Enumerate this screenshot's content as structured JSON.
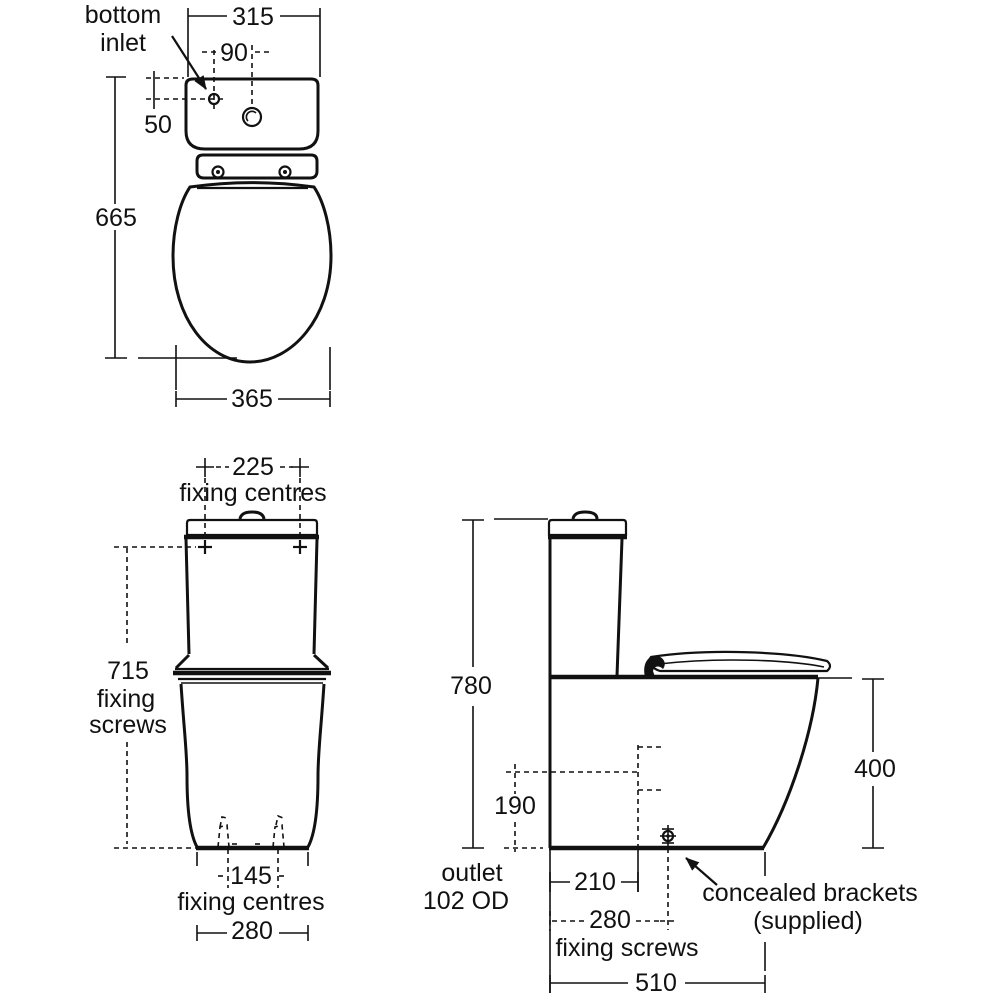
{
  "page": {
    "background": "#ffffff",
    "ink": "#111111"
  },
  "views": {
    "top": {
      "label_bottom_inlet_line1": "bottom",
      "label_bottom_inlet_line2": "inlet",
      "dim_tank_width": "315",
      "dim_inlet_offset": "90",
      "dim_inlet_depth": "50",
      "dim_overall_depth": "665",
      "dim_seat_width": "365"
    },
    "front": {
      "dim_fixing_centres_top": "225",
      "label_fixing_centres_top": "fixing centres",
      "dim_fixing_screws_height": "715",
      "label_fixing_screws_line1": "fixing",
      "label_fixing_screws_line2": "screws",
      "dim_fixing_centres_bottom": "145",
      "label_fixing_centres_bottom": "fixing centres",
      "dim_base_width": "280"
    },
    "side": {
      "dim_overall_height": "780",
      "dim_outlet_height": "190",
      "dim_rim_height": "400",
      "label_outlet_line1": "outlet",
      "label_outlet_line2": "102 OD",
      "dim_outlet_setout": "210",
      "dim_fixing_screws_setout": "280",
      "label_fixing_screws": "fixing screws",
      "dim_overall_depth": "510",
      "label_brackets_line1": "concealed brackets",
      "label_brackets_line2": "(supplied)"
    }
  }
}
